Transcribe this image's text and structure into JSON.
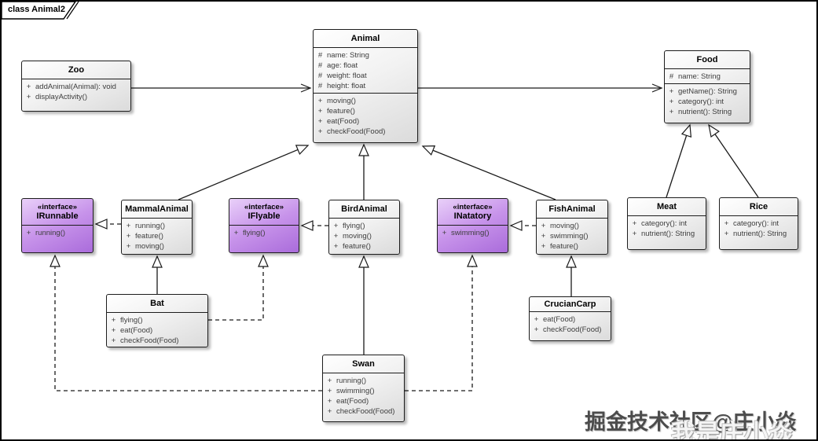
{
  "frame": {
    "label": "class Animal2"
  },
  "watermark": {
    "primary": "掘金技术社区@庄小焱",
    "secondary": "我是庄小焱"
  },
  "colors": {
    "class_fill_top": "#ffffff",
    "class_fill_bottom": "#dbdbdb",
    "interface_fill_top": "#e9d0f9",
    "interface_fill_bottom": "#aa6cdb",
    "border": "#1d1d1d",
    "member_text": "#3d3d3d"
  },
  "classes": [
    {
      "id": "zoo",
      "name": "Zoo",
      "stereotype": "",
      "attributes": [],
      "methods": [
        {
          "vis": "+",
          "text": "addAnimal(Animal): void"
        },
        {
          "vis": "+",
          "text": "displayActivity()"
        }
      ]
    },
    {
      "id": "animal",
      "name": "Animal",
      "stereotype": "",
      "attributes": [
        {
          "vis": "#",
          "text": "name: String"
        },
        {
          "vis": "#",
          "text": "age: float"
        },
        {
          "vis": "#",
          "text": "weight: float"
        },
        {
          "vis": "#",
          "text": "height: float"
        }
      ],
      "methods": [
        {
          "vis": "+",
          "text": "moving()"
        },
        {
          "vis": "+",
          "text": "feature()"
        },
        {
          "vis": "+",
          "text": "eat(Food)"
        },
        {
          "vis": "+",
          "text": "checkFood(Food)"
        }
      ]
    },
    {
      "id": "food",
      "name": "Food",
      "stereotype": "",
      "attributes": [
        {
          "vis": "#",
          "text": "name: String"
        }
      ],
      "methods": [
        {
          "vis": "+",
          "text": "getName(): String"
        },
        {
          "vis": "+",
          "text": "category(): int"
        },
        {
          "vis": "+",
          "text": "nutrient(): String"
        }
      ]
    },
    {
      "id": "irunnable",
      "name": "IRunnable",
      "stereotype": "«interface»",
      "attributes": [],
      "methods": [
        {
          "vis": "+",
          "text": "running()"
        }
      ]
    },
    {
      "id": "mammalanimal",
      "name": "MammalAnimal",
      "stereotype": "",
      "attributes": [],
      "methods": [
        {
          "vis": "+",
          "text": "running()"
        },
        {
          "vis": "+",
          "text": "feature()"
        },
        {
          "vis": "+",
          "text": "moving()"
        }
      ]
    },
    {
      "id": "iflyable",
      "name": "IFlyable",
      "stereotype": "«interface»",
      "attributes": [],
      "methods": [
        {
          "vis": "+",
          "text": "flying()"
        }
      ]
    },
    {
      "id": "birdanimal",
      "name": "BirdAnimal",
      "stereotype": "",
      "attributes": [],
      "methods": [
        {
          "vis": "+",
          "text": "flying()"
        },
        {
          "vis": "+",
          "text": "moving()"
        },
        {
          "vis": "+",
          "text": "feature()"
        }
      ]
    },
    {
      "id": "inatatory",
      "name": "INatatory",
      "stereotype": "«interface»",
      "attributes": [],
      "methods": [
        {
          "vis": "+",
          "text": "swimming()"
        }
      ]
    },
    {
      "id": "fishanimal",
      "name": "FishAnimal",
      "stereotype": "",
      "attributes": [],
      "methods": [
        {
          "vis": "+",
          "text": "moving()"
        },
        {
          "vis": "+",
          "text": "swimming()"
        },
        {
          "vis": "+",
          "text": "feature()"
        }
      ]
    },
    {
      "id": "meat",
      "name": "Meat",
      "stereotype": "",
      "attributes": [],
      "methods": [
        {
          "vis": "+",
          "text": "category(): int"
        },
        {
          "vis": "+",
          "text": "nutrient(): String"
        }
      ]
    },
    {
      "id": "rice",
      "name": "Rice",
      "stereotype": "",
      "attributes": [],
      "methods": [
        {
          "vis": "+",
          "text": "category(): int"
        },
        {
          "vis": "+",
          "text": "nutrient(): String"
        }
      ]
    },
    {
      "id": "bat",
      "name": "Bat",
      "stereotype": "",
      "attributes": [],
      "methods": [
        {
          "vis": "+",
          "text": "flying()"
        },
        {
          "vis": "+",
          "text": "eat(Food)"
        },
        {
          "vis": "+",
          "text": "checkFood(Food)"
        }
      ]
    },
    {
      "id": "cruciancarp",
      "name": "CrucianCarp",
      "stereotype": "",
      "attributes": [],
      "methods": [
        {
          "vis": "+",
          "text": "eat(Food)"
        },
        {
          "vis": "+",
          "text": "checkFood(Food)"
        }
      ]
    },
    {
      "id": "swan",
      "name": "Swan",
      "stereotype": "",
      "attributes": [],
      "methods": [
        {
          "vis": "+",
          "text": "running()"
        },
        {
          "vis": "+",
          "text": "swimming()"
        },
        {
          "vis": "+",
          "text": "eat(Food)"
        },
        {
          "vis": "+",
          "text": "checkFood(Food)"
        }
      ]
    }
  ],
  "relationships": [
    {
      "from": "Zoo",
      "to": "Animal",
      "type": "association"
    },
    {
      "from": "Animal",
      "to": "Food",
      "type": "association"
    },
    {
      "from": "MammalAnimal",
      "to": "Animal",
      "type": "generalization"
    },
    {
      "from": "BirdAnimal",
      "to": "Animal",
      "type": "generalization"
    },
    {
      "from": "FishAnimal",
      "to": "Animal",
      "type": "generalization"
    },
    {
      "from": "Meat",
      "to": "Food",
      "type": "generalization"
    },
    {
      "from": "Rice",
      "to": "Food",
      "type": "generalization"
    },
    {
      "from": "MammalAnimal",
      "to": "IRunnable",
      "type": "realization"
    },
    {
      "from": "BirdAnimal",
      "to": "IFlyable",
      "type": "realization"
    },
    {
      "from": "FishAnimal",
      "to": "INatatory",
      "type": "realization"
    },
    {
      "from": "Bat",
      "to": "MammalAnimal",
      "type": "generalization"
    },
    {
      "from": "Bat",
      "to": "IFlyable",
      "type": "realization"
    },
    {
      "from": "CrucianCarp",
      "to": "FishAnimal",
      "type": "generalization"
    },
    {
      "from": "Swan",
      "to": "BirdAnimal",
      "type": "generalization"
    },
    {
      "from": "Swan",
      "to": "IRunnable",
      "type": "realization"
    },
    {
      "from": "Swan",
      "to": "INatatory",
      "type": "realization"
    }
  ]
}
